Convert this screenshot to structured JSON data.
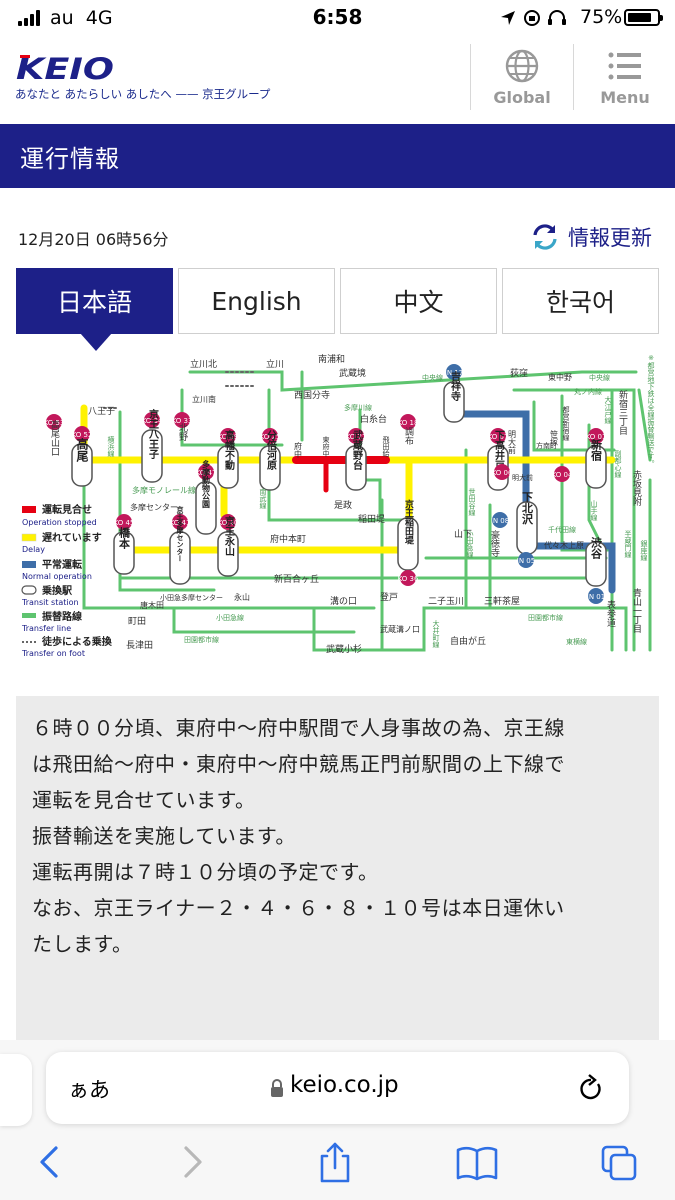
{
  "status_bar": {
    "carrier": "au",
    "network": "4G",
    "time": "6:58",
    "battery_percent": "75%",
    "battery_level": 0.75
  },
  "header": {
    "brand": "KEIO",
    "tagline": "あなたと あたらしい あしたへ —— 京王グループ",
    "global_label": "Global",
    "menu_label": "Menu",
    "brand_color": "#1d2088",
    "accent_color": "#e60012"
  },
  "page_title": "運行情報",
  "updated": "12月20日 06時56分",
  "refresh_label": "情報更新",
  "language_tabs": [
    {
      "label": "日本語",
      "active": true
    },
    {
      "label": "English",
      "active": false
    },
    {
      "label": "中文",
      "active": false
    },
    {
      "label": "한국어",
      "active": false
    }
  ],
  "route_map": {
    "line_colors": {
      "stopped": "#e60012",
      "delay": "#fff200",
      "normal": "#3e6ea8",
      "transfer": "#5ec46f"
    },
    "stations": [
      {
        "code": "KO 53",
        "name": "高尾山口"
      },
      {
        "code": "KO 52",
        "name": "高尾"
      },
      {
        "code": "KO 34",
        "name": "京王八王子"
      },
      {
        "code": "KO 33",
        "name": "北野"
      },
      {
        "code": "KO 29",
        "name": "高幡不動"
      },
      {
        "code": "KO 25",
        "name": "分倍河原"
      },
      {
        "code": "KO 21",
        "name": "武蔵野台"
      },
      {
        "code": "KO 18",
        "name": "調布"
      },
      {
        "code": "IN 17",
        "name": "吉祥寺"
      },
      {
        "code": "KO 07",
        "name": "下高井戸"
      },
      {
        "code": "KO 01",
        "name": "新宿"
      },
      {
        "code": "KO 06",
        "name": "明大前"
      },
      {
        "code": "KO 04",
        "name": "笹塚"
      },
      {
        "code": "IN 08",
        "name": "下北沢"
      },
      {
        "code": "IN 05",
        "name": "代々木上原"
      },
      {
        "code": "IN 01",
        "name": "渋谷"
      },
      {
        "code": "KO 47",
        "name": "多摩動物公園"
      },
      {
        "code": "KO 45",
        "name": "橋本"
      },
      {
        "code": "KO 41",
        "name": "京王多摩センター"
      },
      {
        "code": "KO 40",
        "name": "京王永山"
      },
      {
        "code": "KO 36",
        "name": "京王稲田堤"
      }
    ],
    "other_labels": [
      "立川北",
      "立川",
      "南浦和",
      "武蔵境",
      "中央線",
      "荻窪",
      "東中野",
      "中央線",
      "丸ノ内線",
      "八王子",
      "立川南",
      "西国分寺",
      "多摩川線",
      "白糸台",
      "府中",
      "東府中",
      "飛田給",
      "明大前",
      "方南町",
      "都営新宿線",
      "新宿三丁目",
      "横浜線",
      "多摩モノレール線",
      "多摩センター",
      "是政",
      "稲田堤",
      "南武線",
      "世田谷線",
      "小田急線",
      "山下",
      "豪徳寺",
      "千代田線",
      "副都心線",
      "赤坂見附",
      "府中本町",
      "唐木田",
      "小田急多摩センター",
      "永山",
      "新百合ヶ丘",
      "溝の口",
      "登戸",
      "二子玉川",
      "三軒茶屋",
      "表参道",
      "青山一丁目",
      "町田",
      "小田急線",
      "武蔵溝ノ口",
      "大井町線",
      "田園都市線",
      "長津田",
      "田園都市線",
      "武蔵小杉",
      "自由が丘",
      "東横線",
      "銀座線",
      "半蔵門線",
      "山手線",
      "大江戸線",
      "※都営地下鉄は全線振替輸送です。"
    ],
    "legend": [
      {
        "ja": "運転見合せ",
        "en": "Operation stopped"
      },
      {
        "ja": "遅れています",
        "en": "Delay"
      },
      {
        "ja": "平常運転",
        "en": "Normal operation"
      },
      {
        "ja": "乗換駅",
        "en": "Transit station"
      },
      {
        "ja": "振替路線",
        "en": "Transfer line"
      },
      {
        "ja": "徒歩による乗換",
        "en": "Transfer on foot"
      }
    ]
  },
  "notice_lines": [
    "６時００分頃、東府中〜府中駅間で人身事故の為、京王線",
    "は飛田給〜府中・東府中〜府中競馬正門前駅間の上下線で",
    "運転を見合せています。",
    "振替輸送を実施しています。",
    "運転再開は７時１０分頃の予定です。",
    "なお、京王ライナー２・４・６・８・１０号は本日運休い",
    "たします。"
  ],
  "browser": {
    "aa_label": "ぁあ",
    "url": "keio.co.jp"
  }
}
